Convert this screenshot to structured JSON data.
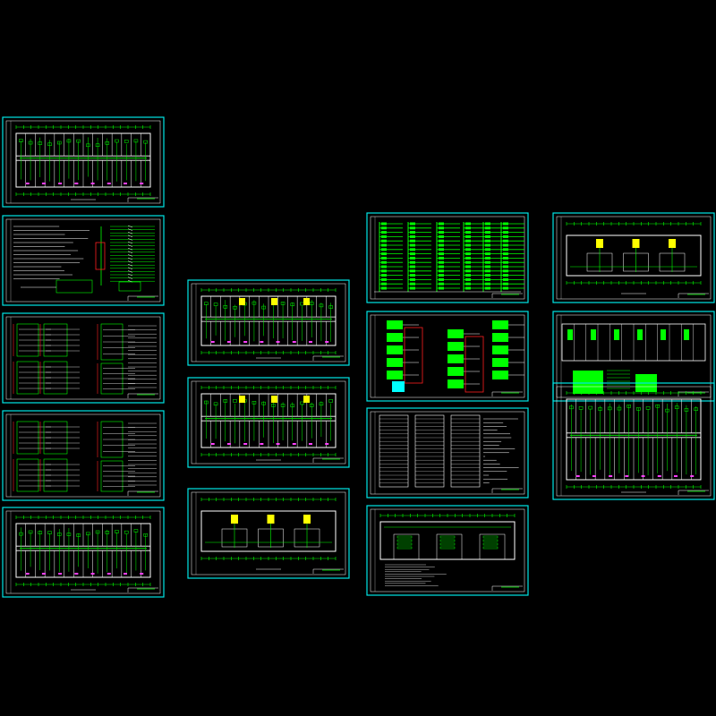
{
  "colors": {
    "background": "#000000",
    "frame": "#00e5e5",
    "inner_frame": "#ffffff",
    "wall": "#ffffff",
    "wiring": "#00ff00",
    "pink": "#ff40ff",
    "yellow": "#ffff00",
    "red": "#ff2020",
    "cyan": "#00ffff"
  },
  "sheets": [
    {
      "id": "floor-plan-sheet-1",
      "kind": "plan"
    },
    {
      "id": "system-diagram-sheet-1",
      "kind": "system"
    },
    {
      "id": "distribution-diagram-sheet-1",
      "kind": "distribution"
    },
    {
      "id": "distribution-diagram-sheet-2",
      "kind": "distribution"
    },
    {
      "id": "floor-plan-sheet-2",
      "kind": "plan"
    },
    {
      "id": "floor-plan-sheet-3",
      "kind": "plan-yellow"
    },
    {
      "id": "floor-plan-sheet-4",
      "kind": "plan-yellow"
    },
    {
      "id": "floor-plan-sheet-5",
      "kind": "plan-roof"
    },
    {
      "id": "riser-diagram-sheet-1",
      "kind": "riser-green"
    },
    {
      "id": "riser-diagram-sheet-2",
      "kind": "riser-boxes"
    },
    {
      "id": "schedule-sheet-1",
      "kind": "schedule"
    },
    {
      "id": "floor-plan-sheet-6",
      "kind": "plan-basement"
    },
    {
      "id": "floor-plan-sheet-7",
      "kind": "plan-ground"
    },
    {
      "id": "floor-plan-sheet-8",
      "kind": "plan-detail"
    },
    {
      "id": "floor-plan-sheet-9",
      "kind": "plan-ground2"
    }
  ]
}
